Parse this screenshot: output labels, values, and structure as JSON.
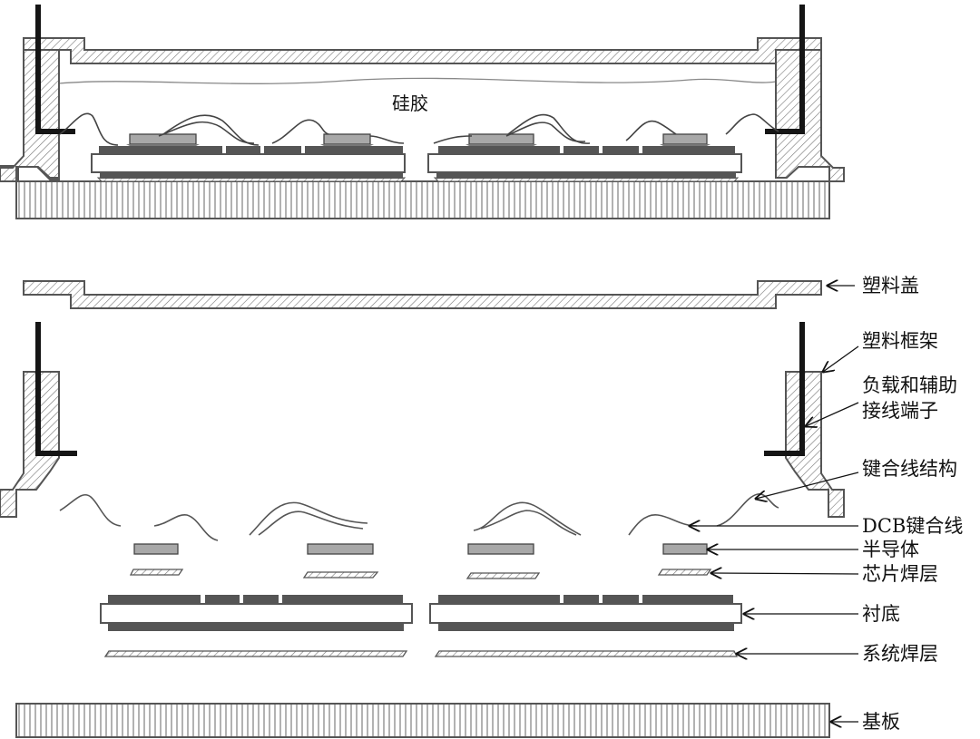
{
  "assembled": {
    "silicone_label": "硅胶"
  },
  "exploded_labels": {
    "plastic_cover": "塑料盖",
    "plastic_frame": "塑料框架",
    "terminals_line1": "负载和辅助",
    "terminals_line2": "接线端子",
    "bond_wire_structure": "键合线结构",
    "dcb_bond_wire": "DCB键合线",
    "semiconductor": "半导体",
    "chip_solder": "芯片焊层",
    "substrate": "衬底",
    "system_solder": "系统焊层",
    "baseplate": "基板"
  },
  "colors": {
    "outline": "#555555",
    "copper_dark": "#555555",
    "chip_gray": "#a8a8a8",
    "terminal": "#151515",
    "hatch": "#777777"
  }
}
